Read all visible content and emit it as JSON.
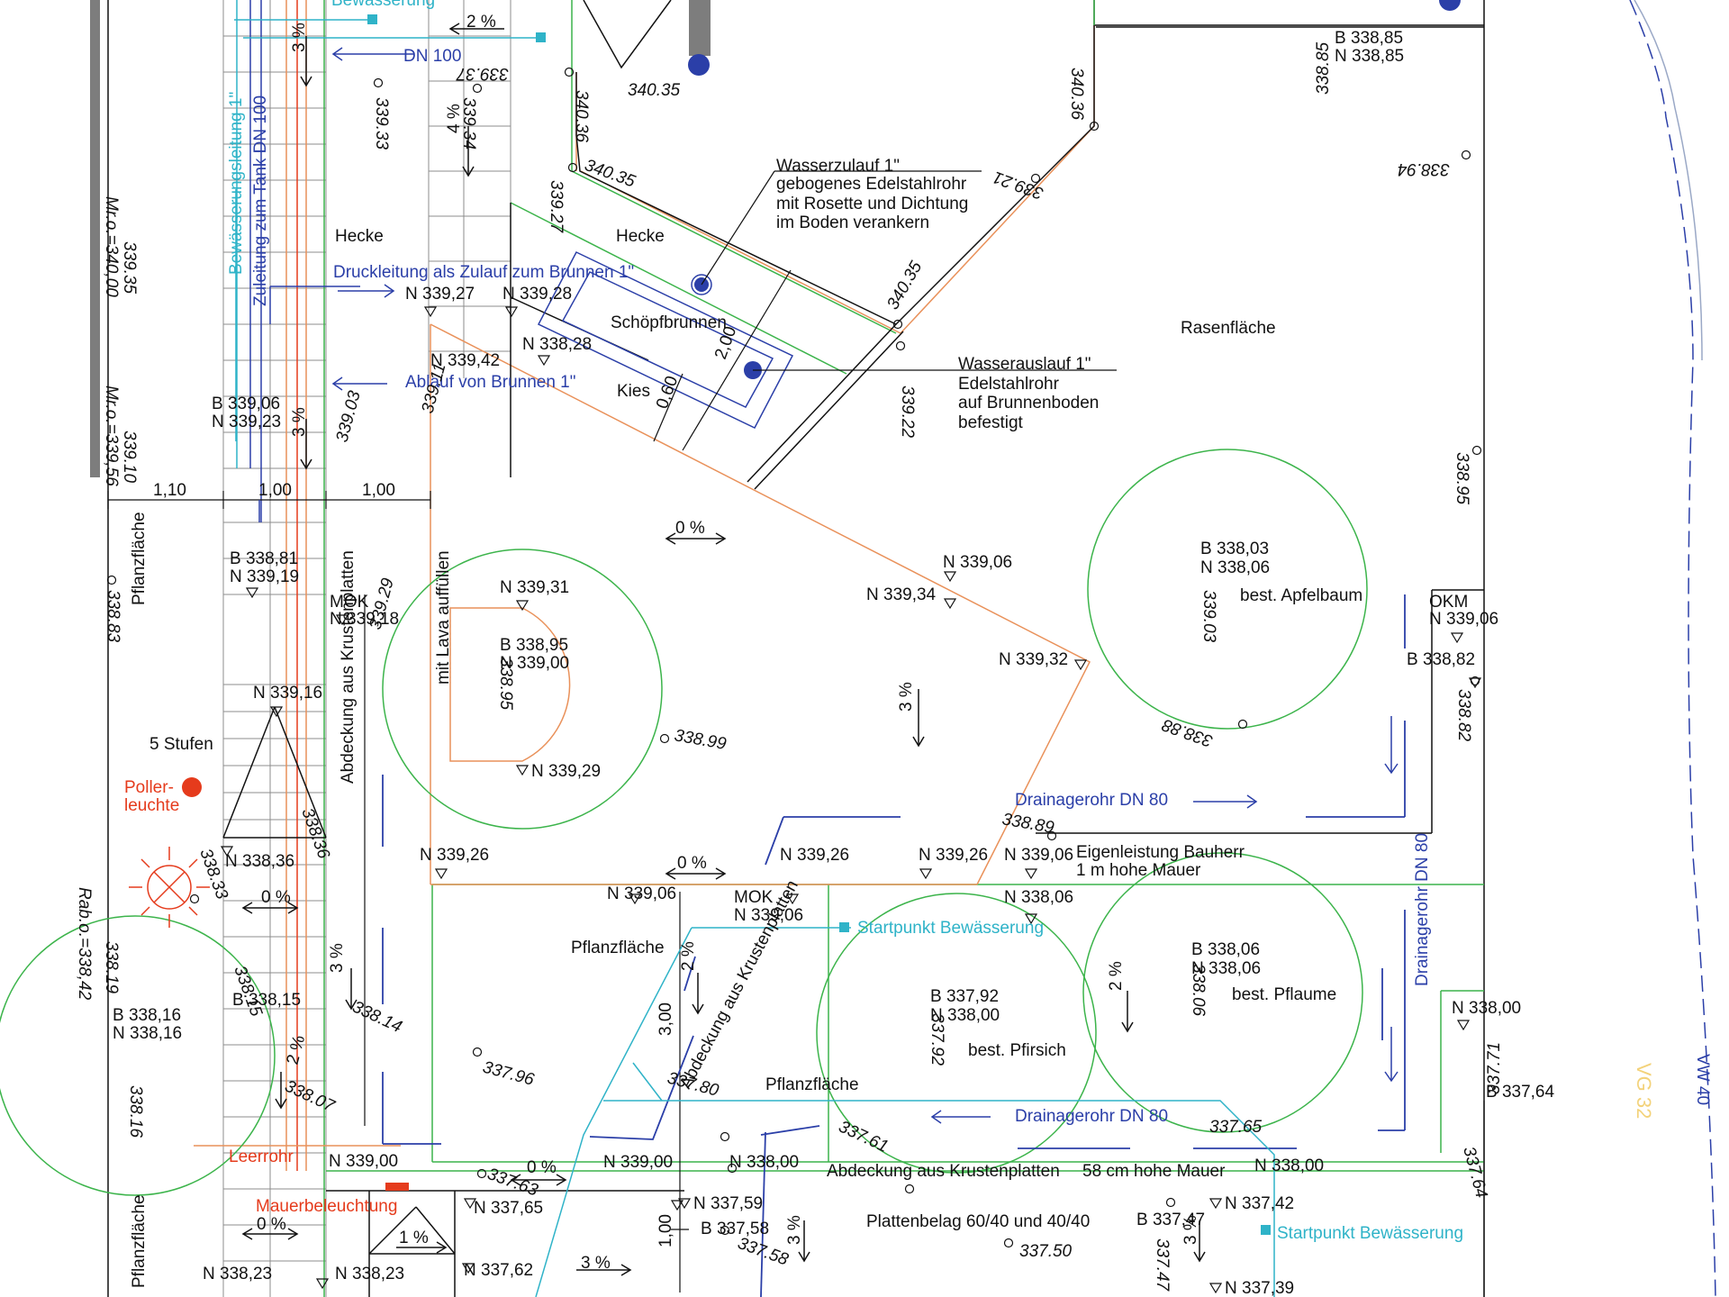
{
  "colors": {
    "line": "#111111",
    "green": "#3cb44b",
    "orange": "#e9915a",
    "red": "#e53b1c",
    "blue": "#2b3fa8",
    "cyan": "#2fb3c8",
    "grey": "#7d7d7d",
    "yellow": "#f3d27a"
  },
  "texts": [
    {
      "id": "t-bewaesserung-top",
      "t": "Bewässerung",
      "c": "cyan"
    },
    {
      "id": "t-2pct-top",
      "t": "2 %"
    },
    {
      "id": "t-dn100",
      "t": "DN 100",
      "c": "blue"
    },
    {
      "id": "t-3pct-a",
      "t": "3 %",
      "r": -90
    },
    {
      "id": "t-33937",
      "t": "339.37",
      "it": 1,
      "r": 180
    },
    {
      "id": "t-34035a",
      "t": "340.35",
      "it": 1
    },
    {
      "id": "t-33933",
      "t": "339.33",
      "it": 1,
      "r": 90
    },
    {
      "id": "t-4pct",
      "t": "4 %",
      "r": -90
    },
    {
      "id": "t-33934",
      "t": "339.34",
      "it": 1,
      "r": 90
    },
    {
      "id": "t-34036a",
      "t": "340.36",
      "it": 1,
      "r": 90
    },
    {
      "id": "t-34036b",
      "t": "340.36",
      "it": 1,
      "r": 90
    },
    {
      "id": "t-33885top",
      "t": "B 338,85"
    },
    {
      "id": "t-n33885top",
      "t": "N 338,85"
    },
    {
      "id": "t-33885v",
      "t": "338.85",
      "it": 1,
      "r": -90
    },
    {
      "id": "t-33894",
      "t": "338.94",
      "it": 1,
      "r": 180
    },
    {
      "id": "t-wz1",
      "t": "Wasserzulauf  1\""
    },
    {
      "id": "t-wz2",
      "t": "gebogenes Edelstahlrohr"
    },
    {
      "id": "t-wz3",
      "t": "mit Rosette und Dichtung"
    },
    {
      "id": "t-wz4",
      "t": "im Boden verankern"
    },
    {
      "id": "t-34035b",
      "t": "340.35",
      "it": 1,
      "r": 20
    },
    {
      "id": "t-33927",
      "t": "339.27",
      "it": 1,
      "r": 90
    },
    {
      "id": "t-33921",
      "t": "339.21",
      "it": 1,
      "r": 200
    },
    {
      "id": "t-mro1",
      "t": "Mr.o.=340,00",
      "it": 1,
      "r": 90
    },
    {
      "id": "t-33935",
      "t": "339.35",
      "it": 1,
      "r": 90
    },
    {
      "id": "t-wasserungsleitung",
      "t": "Bewässerungsleitung 1\"",
      "c": "cyan",
      "r": -90
    },
    {
      "id": "t-zuleitung",
      "t": "Zuleitung zum Tank DN 100",
      "c": "blue",
      "r": -90
    },
    {
      "id": "t-hecke1",
      "t": "Hecke"
    },
    {
      "id": "t-hecke2",
      "t": "Hecke"
    },
    {
      "id": "t-druckleitung",
      "t": "Druckleitung als Zulauf zum Brunnen 1\"",
      "c": "blue"
    },
    {
      "id": "t-n33927",
      "t": "N 339,27"
    },
    {
      "id": "t-n33928",
      "t": "N 339,28"
    },
    {
      "id": "t-schoepf",
      "t": "Schöpfbrunnen"
    },
    {
      "id": "t-n33828",
      "t": "N 338,28"
    },
    {
      "id": "t-200",
      "t": "2,00",
      "r": -70
    },
    {
      "id": "t-n33942",
      "t": "N 339,42"
    },
    {
      "id": "t-ablauf",
      "t": "Ablauf von Brunnen 1\"",
      "c": "blue"
    },
    {
      "id": "t-kies",
      "t": "Kies"
    },
    {
      "id": "t-060",
      "t": "0,60",
      "r": -70
    },
    {
      "id": "t-33911",
      "t": "339.11",
      "it": 1,
      "r": -75
    },
    {
      "id": "t-b33906",
      "t": "B 339,06"
    },
    {
      "id": "t-n33923",
      "t": "N 339,23"
    },
    {
      "id": "t-mro2",
      "t": "Mr.o.=339,56",
      "it": 1,
      "r": 90
    },
    {
      "id": "t-33910",
      "t": "339.10",
      "it": 1,
      "r": 90
    },
    {
      "id": "t-3pct-b",
      "t": "3 %",
      "r": -90
    },
    {
      "id": "t-33903",
      "t": "339.03",
      "it": 1,
      "r": -75
    },
    {
      "id": "t-wa1",
      "t": "Wasserauslauf 1\""
    },
    {
      "id": "t-wa2",
      "t": "Edelstahlrohr"
    },
    {
      "id": "t-wa3",
      "t": "auf Brunnenboden"
    },
    {
      "id": "t-wa4",
      "t": "befestigt"
    },
    {
      "id": "t-33922",
      "t": "339.22",
      "it": 1,
      "r": 90
    },
    {
      "id": "t-34035c",
      "t": "340.35",
      "it": 1,
      "r": -60
    },
    {
      "id": "t-rasen",
      "t": "Rasenfläche"
    },
    {
      "id": "t-33895",
      "t": "338.95",
      "it": 1,
      "r": 90
    },
    {
      "id": "t-110",
      "t": "1,10"
    },
    {
      "id": "t-100a",
      "t": "1,00"
    },
    {
      "id": "t-100b",
      "t": "1,00"
    },
    {
      "id": "t-0pct-a",
      "t": "0 %"
    },
    {
      "id": "t-n33906a",
      "t": "N 339,06"
    },
    {
      "id": "t-n33934",
      "t": "N 339,34"
    },
    {
      "id": "t-b33803",
      "t": "B 338,03"
    },
    {
      "id": "t-n33806a",
      "t": "N 338,06"
    },
    {
      "id": "t-33903b",
      "t": "339.03",
      "it": 1,
      "r": 90
    },
    {
      "id": "t-apfel",
      "t": "best. Apfelbaum"
    },
    {
      "id": "t-okm",
      "t": "OKM"
    },
    {
      "id": "t-n33906b",
      "t": "N 339,06"
    },
    {
      "id": "t-b33882",
      "t": "B 338,82"
    },
    {
      "id": "t-33882v",
      "t": "338.82",
      "it": 1,
      "r": 90
    },
    {
      "id": "t-b33881",
      "t": "B 338,81"
    },
    {
      "id": "t-n33919",
      "t": "N 339,19"
    },
    {
      "id": "t-pflanz1",
      "t": "Pflanzfläche",
      "r": -90
    },
    {
      "id": "t-33883",
      "t": "338.83",
      "it": 1,
      "r": 90
    },
    {
      "id": "t-mok1",
      "t": "MOK"
    },
    {
      "id": "t-n33918",
      "t": "N 339,18"
    },
    {
      "id": "t-33929",
      "t": "339.29",
      "it": 1,
      "r": -75
    },
    {
      "id": "t-n33931",
      "t": "N 339,31"
    },
    {
      "id": "t-lava",
      "t": "mit Lava auffüllen",
      "r": -90
    },
    {
      "id": "t-b33895",
      "t": "B 338,95"
    },
    {
      "id": "t-n33900a",
      "t": "N 339,00"
    },
    {
      "id": "t-33895b",
      "t": "338.95",
      "it": 1,
      "r": 90
    },
    {
      "id": "t-33899",
      "t": "338.99",
      "it": 1,
      "r": 10
    },
    {
      "id": "t-n33932",
      "t": "N 339,32"
    },
    {
      "id": "t-33888",
      "t": "338.88",
      "it": 1,
      "r": 200
    },
    {
      "id": "t-n33916",
      "t": "N 339,16"
    },
    {
      "id": "t-krust1",
      "t": "Abdeckung aus Krustenplatten",
      "r": -90
    },
    {
      "id": "t-5stufen",
      "t": "5 Stufen"
    },
    {
      "id": "t-poller1",
      "t": "Poller-",
      "c": "red"
    },
    {
      "id": "t-poller2",
      "t": "leuchte",
      "c": "red"
    },
    {
      "id": "t-n33929",
      "t": "N 339,29"
    },
    {
      "id": "t-3pct-c",
      "t": "3 %",
      "r": -90
    },
    {
      "id": "t-drain1",
      "t": "Drainagerohr DN 80",
      "c": "blue"
    },
    {
      "id": "t-33889",
      "t": "338.89",
      "it": 1,
      "r": 10
    },
    {
      "id": "t-33836",
      "t": "338.36",
      "it": 1,
      "r": 70
    },
    {
      "id": "t-n33836",
      "t": "N 338,36"
    },
    {
      "id": "t-33833",
      "t": "338.33",
      "it": 1,
      "r": 70
    },
    {
      "id": "t-n33926a",
      "t": "N 339,26"
    },
    {
      "id": "t-0pct-b",
      "t": "0 %"
    },
    {
      "id": "t-n33926b",
      "t": "N 339,26"
    },
    {
      "id": "t-n33926c",
      "t": "N 339,26"
    },
    {
      "id": "t-n33906c",
      "t": "N 339,06"
    },
    {
      "id": "t-eigen1",
      "t": "Eigenleistung Bauherr"
    },
    {
      "id": "t-eigen2",
      "t": "1 m hohe Mauer"
    },
    {
      "id": "t-0pct-c",
      "t": "0 %"
    },
    {
      "id": "t-n33906d",
      "t": "N 339,06"
    },
    {
      "id": "t-mok2",
      "t": "MOK"
    },
    {
      "id": "t-n33906e",
      "t": "N 339,06"
    },
    {
      "id": "t-n33806b",
      "t": "N 338,06"
    },
    {
      "id": "t-startbew1",
      "t": "Startpunkt Bewässerung",
      "c": "cyan"
    },
    {
      "id": "t-drain-v",
      "t": "Drainagerohr DN 80",
      "c": "blue",
      "r": -90
    },
    {
      "id": "t-rabo",
      "t": "Rab.o.=338,42",
      "it": 1,
      "r": 90
    },
    {
      "id": "t-pflanz2",
      "t": "Pflanzfläche"
    },
    {
      "id": "t-33819",
      "t": "338.19",
      "it": 1,
      "r": 90
    },
    {
      "id": "t-3pct-d",
      "t": "3 %",
      "r": -90
    },
    {
      "id": "t-2pct-b",
      "t": "2 %",
      "r": -90
    },
    {
      "id": "t-b33806",
      "t": "B 338,06"
    },
    {
      "id": "t-n33806c",
      "t": "N 338,06"
    },
    {
      "id": "t-33806v",
      "t": "338.06",
      "it": 1,
      "r": 90
    },
    {
      "id": "t-pflaume",
      "t": "best. Pflaume"
    },
    {
      "id": "t-b33792",
      "t": "B 337,92"
    },
    {
      "id": "t-n33800a",
      "t": "N 338,00"
    },
    {
      "id": "t-33792v",
      "t": "337.92",
      "it": 1,
      "r": 90
    },
    {
      "id": "t-pfirsich",
      "t": "best. Pfirsich"
    },
    {
      "id": "t-2pct-c",
      "t": "2 %",
      "r": -90
    },
    {
      "id": "t-n33800b",
      "t": "N 338,00"
    },
    {
      "id": "t-33814",
      "t": "338.14",
      "it": 1,
      "r": 25
    },
    {
      "id": "t-b33816",
      "t": "B 338,16"
    },
    {
      "id": "t-n33816",
      "t": "N 338,16"
    },
    {
      "id": "t-33815",
      "t": "B 338,15"
    },
    {
      "id": "t-33815v",
      "t": "338.15",
      "it": 1,
      "r": 70
    },
    {
      "id": "t-300",
      "t": "3,00",
      "r": -90
    },
    {
      "id": "t-krust2",
      "t": "Abdeckung aus Krustenplatten",
      "r": -62
    },
    {
      "id": "t-33796",
      "t": "337.96",
      "it": 1,
      "r": 15
    },
    {
      "id": "t-33780",
      "t": "337.80",
      "it": 1,
      "r": 15
    },
    {
      "id": "t-b33764",
      "t": "B 337,64"
    },
    {
      "id": "t-33771",
      "t": "337.71",
      "it": 1,
      "r": -90
    },
    {
      "id": "t-33816v",
      "t": "338.16",
      "it": 1,
      "r": 90
    },
    {
      "id": "t-2pct-d",
      "t": "2 %",
      "r": -75
    },
    {
      "id": "t-33807",
      "t": "338.07",
      "it": 1,
      "r": 25
    },
    {
      "id": "t-pflanz3",
      "t": "Pflanzfläche"
    },
    {
      "id": "t-drain2",
      "t": "Drainagerohr DN 80",
      "c": "blue"
    },
    {
      "id": "t-33761",
      "t": "337.61",
      "it": 1,
      "r": 25
    },
    {
      "id": "t-33765",
      "t": "337.65",
      "it": 1
    },
    {
      "id": "t-33764v",
      "t": "337.64",
      "it": 1,
      "r": 75
    },
    {
      "id": "t-leerrohr",
      "t": "Leerrohr",
      "c": "red"
    },
    {
      "id": "t-n33900b",
      "t": "N 339,00"
    },
    {
      "id": "t-0pct-d",
      "t": "0 %"
    },
    {
      "id": "t-33763",
      "t": "337.63",
      "it": 1,
      "r": 20
    },
    {
      "id": "t-n33900c",
      "t": "N 339,00"
    },
    {
      "id": "t-n33800c",
      "t": "N 338,00"
    },
    {
      "id": "t-krust3",
      "t": "Abdeckung aus Krustenplatten"
    },
    {
      "id": "t-58mauer",
      "t": "58 cm hohe Mauer"
    },
    {
      "id": "t-n33800d",
      "t": "N 338,00"
    },
    {
      "id": "t-mauerbel",
      "t": "Mauerbeleuchtung",
      "c": "red"
    },
    {
      "id": "t-0pct-e",
      "t": "0 %"
    },
    {
      "id": "t-n33765",
      "t": "N 337,65"
    },
    {
      "id": "t-1pct",
      "t": "1 %"
    },
    {
      "id": "t-n33759",
      "t": "N 337,59"
    },
    {
      "id": "t-b33758",
      "t": "B 337,58"
    },
    {
      "id": "t-33758v",
      "t": "337.58",
      "it": 1,
      "r": 20
    },
    {
      "id": "t-100c",
      "t": "1,00",
      "r": -90
    },
    {
      "id": "t-3pct-e",
      "t": "3 %",
      "r": -90
    },
    {
      "id": "t-platten",
      "t": "Plattenbelag 60/40 und 40/40"
    },
    {
      "id": "t-33750",
      "t": "337.50",
      "it": 1
    },
    {
      "id": "t-b33747",
      "t": "B 337,47"
    },
    {
      "id": "t-33747v",
      "t": "337.47",
      "it": 1,
      "r": 90
    },
    {
      "id": "t-3pct-f",
      "t": "3 %",
      "r": -90
    },
    {
      "id": "t-n33742",
      "t": "N 337,42"
    },
    {
      "id": "t-startbew2",
      "t": "Startpunkt Bewässerung",
      "c": "cyan"
    },
    {
      "id": "t-pflanz4",
      "t": "Pflanzfläche",
      "r": -90
    },
    {
      "id": "t-n33823a",
      "t": "N 338,23"
    },
    {
      "id": "t-n33823b",
      "t": "N 338,23"
    },
    {
      "id": "t-n33762",
      "t": "N 337,62"
    },
    {
      "id": "t-3pct-g",
      "t": "3 %"
    },
    {
      "id": "t-n33739",
      "t": "N 337,39"
    },
    {
      "id": "t-vg32",
      "t": "VG 32",
      "c": "yellow",
      "r": 90
    },
    {
      "id": "t-vw40",
      "t": "VW 40",
      "c": "blue",
      "r": 90
    }
  ]
}
